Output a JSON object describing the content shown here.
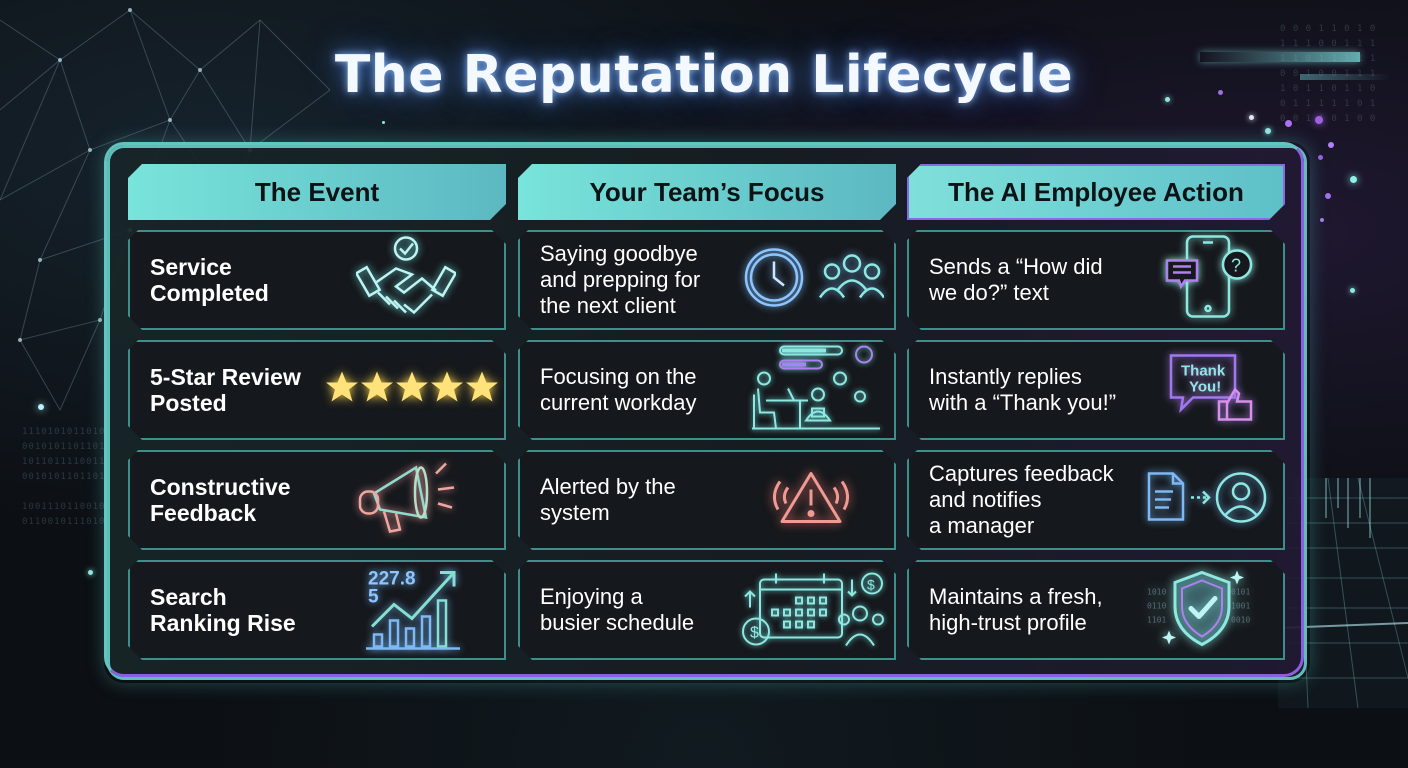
{
  "title": "The Reputation Lifecycle",
  "colors": {
    "background": "#0c0f13",
    "header_fill": "#78e4da",
    "teal_accent": "#62c6c0",
    "purple_accent": "#8a5fe0",
    "card_bg": "#15181c",
    "text": "#ffffff"
  },
  "columns": [
    {
      "header": "The Event",
      "rows": [
        {
          "text": "Service\nCompleted",
          "icon": "handshake-check-icon"
        },
        {
          "text": "5-Star Review\nPosted",
          "icon": "five-stars-icon"
        },
        {
          "text": "Constructive\nFeedback",
          "icon": "megaphone-icon"
        },
        {
          "text": "Search\nRanking Rise",
          "icon": "rising-chart-icon",
          "icon_label": "227.8\n5"
        }
      ]
    },
    {
      "header": "Your Team’s Focus",
      "rows": [
        {
          "text": "Saying goodbye\nand prepping for\nthe next client",
          "icon": "clock-team-icon"
        },
        {
          "text": "Focusing on the\ncurrent workday",
          "icon": "workday-desk-icon"
        },
        {
          "text": "Alerted by the\nsystem",
          "icon": "warning-alert-icon"
        },
        {
          "text": "Enjoying a\nbusier schedule",
          "icon": "calendar-money-icon"
        }
      ]
    },
    {
      "header": "The AI Employee Action",
      "rows": [
        {
          "text": "Sends a “How did\nwe do?” text",
          "icon": "phone-message-icon"
        },
        {
          "text": "Instantly replies\nwith a “Thank you!”",
          "icon": "thank-you-bubble-icon",
          "icon_label": "Thank\nYou!"
        },
        {
          "text": "Captures feedback\nand notifies\na manager",
          "icon": "document-to-manager-icon"
        },
        {
          "text": "Maintains a fresh,\nhigh-trust profile",
          "icon": "shield-check-icon"
        }
      ]
    }
  ]
}
